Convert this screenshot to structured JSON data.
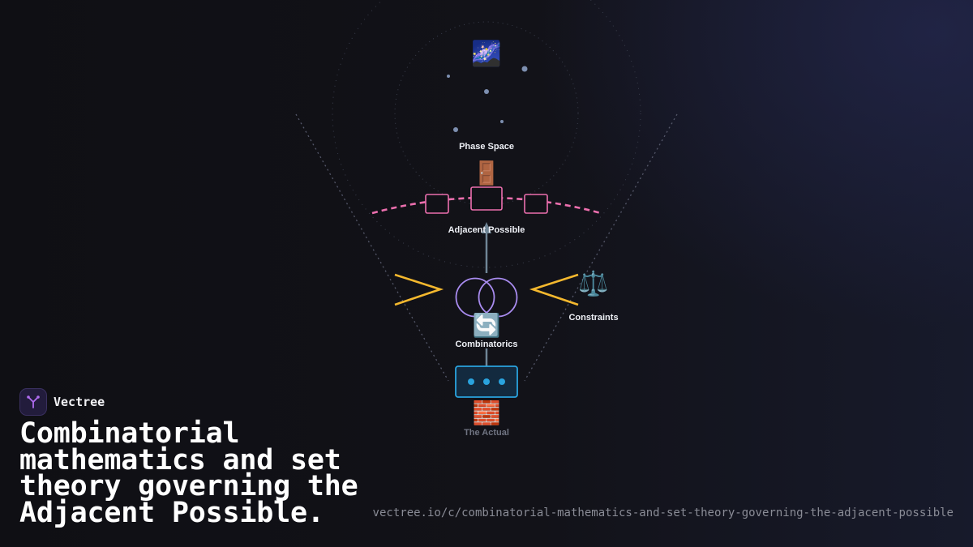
{
  "brand": {
    "name": "Vectree",
    "logo_icon": "branching-tree-icon",
    "logo_color": "#b06cf0"
  },
  "headline": "Combinatorial mathematics and set theory governing the Adjacent Possible.",
  "url": "vectree.io/c/combinatorial-mathematics-and-set-theory-governing-the-adjacent-possible",
  "diagram": {
    "nodes": {
      "phase_space": {
        "label": "Phase Space",
        "icon": "galaxy-icon",
        "emoji": "🌌"
      },
      "adjacent_possible": {
        "label": "Adjacent Possible",
        "icon": "door-icon",
        "emoji": "🚪"
      },
      "constraints": {
        "label": "Constraints",
        "icon": "balance-scale-icon",
        "emoji": "⚖️"
      },
      "combinatorics": {
        "label": "Combinatorics",
        "icon": "cycle-arrows-icon",
        "emoji": "🔄"
      },
      "the_actual": {
        "label": "The Actual",
        "icon": "brick-icon",
        "emoji": "🧱"
      }
    },
    "colors": {
      "frontier": "#ec6fae",
      "constraints": "#f4b82e",
      "venn": "#a98cf0",
      "actual_box": "#2aa3de",
      "arrow": "#6f8596",
      "particles": "#7d8fb0"
    }
  }
}
